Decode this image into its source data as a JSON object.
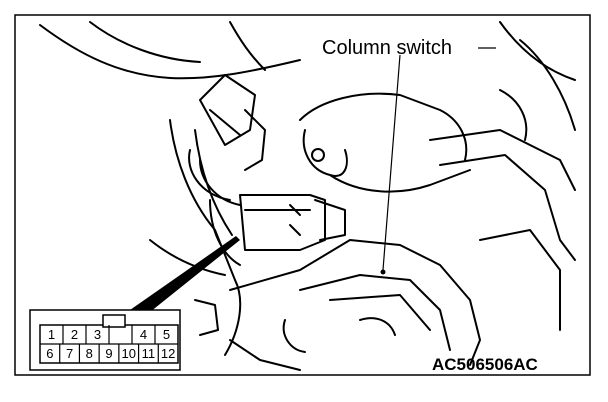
{
  "labels": {
    "callout": "Column switch",
    "figure_id": "AC506506AC"
  },
  "connector": {
    "pins_top": [
      "1",
      "2",
      "3",
      "",
      "4",
      "5"
    ],
    "pins_bottom": [
      "6",
      "7",
      "8",
      "9",
      "10",
      "11",
      "12"
    ]
  },
  "colors": {
    "line": "#000000",
    "background": "#ffffff"
  }
}
